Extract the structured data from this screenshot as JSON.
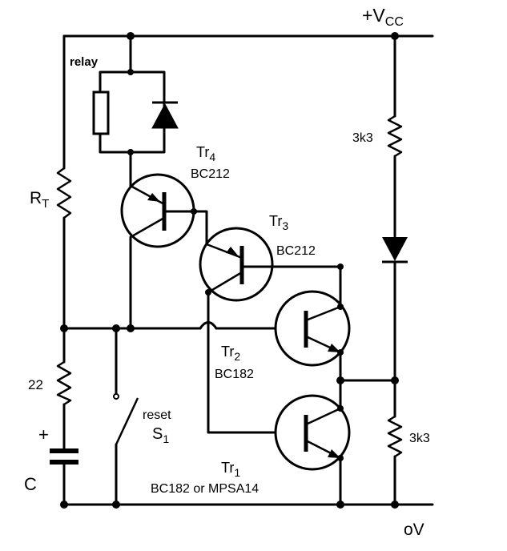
{
  "supply": {
    "positive": "+V",
    "positive_sub": "CC",
    "ground": "oV"
  },
  "relay": {
    "label": "relay"
  },
  "timing_resistor": {
    "label": "R",
    "sub": "T"
  },
  "resistor_22": {
    "label": "22"
  },
  "capacitor": {
    "label": "C",
    "polarity": "+"
  },
  "switch": {
    "label_top": "reset",
    "label": "S",
    "sub": "1"
  },
  "resistor_top_right": {
    "label": "3k3"
  },
  "resistor_bottom_right": {
    "label": "3k3"
  },
  "transistors": {
    "tr4": {
      "name": "Tr",
      "sub": "4",
      "part": "BC212"
    },
    "tr3": {
      "name": "Tr",
      "sub": "3",
      "part": "BC212"
    },
    "tr2": {
      "name": "Tr",
      "sub": "2",
      "part": "BC182"
    },
    "tr1": {
      "name": "Tr",
      "sub": "1",
      "part": "BC182 or MPSA14"
    }
  }
}
